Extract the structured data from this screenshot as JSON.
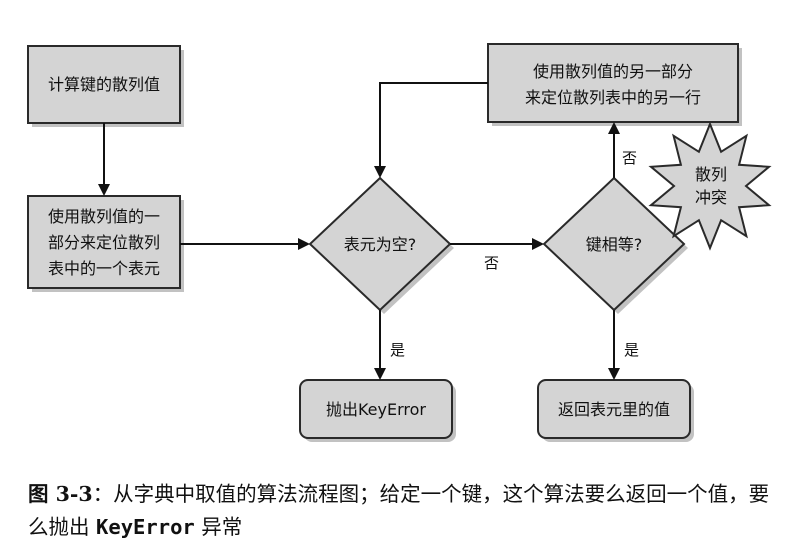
{
  "nodes": {
    "compute_hash": "计算键的散列值",
    "locate_line1": "使用散列值的一",
    "locate_line2": "部分来定位散列",
    "locate_line3": "表中的一个表元",
    "bucket_empty": "表元为空?",
    "keys_equal": "键相等?",
    "relocate_line1": "使用散列值的另一部分",
    "relocate_line2": "来定位散列表中的另一行",
    "raise_error": "抛出KeyError",
    "return_value": "返回表元里的值",
    "collision_line1": "散列",
    "collision_line2": "冲突"
  },
  "edges": {
    "empty_no": "否",
    "empty_yes": "是",
    "equal_no": "否",
    "equal_yes": "是"
  },
  "caption": {
    "fig_label": "图 3-3",
    "text_part1": "：从字典中取值的算法流程图；给定一个键，这个算法要么返回一个值，要么抛出 ",
    "code": "KeyError",
    "text_part2": " 异常"
  }
}
